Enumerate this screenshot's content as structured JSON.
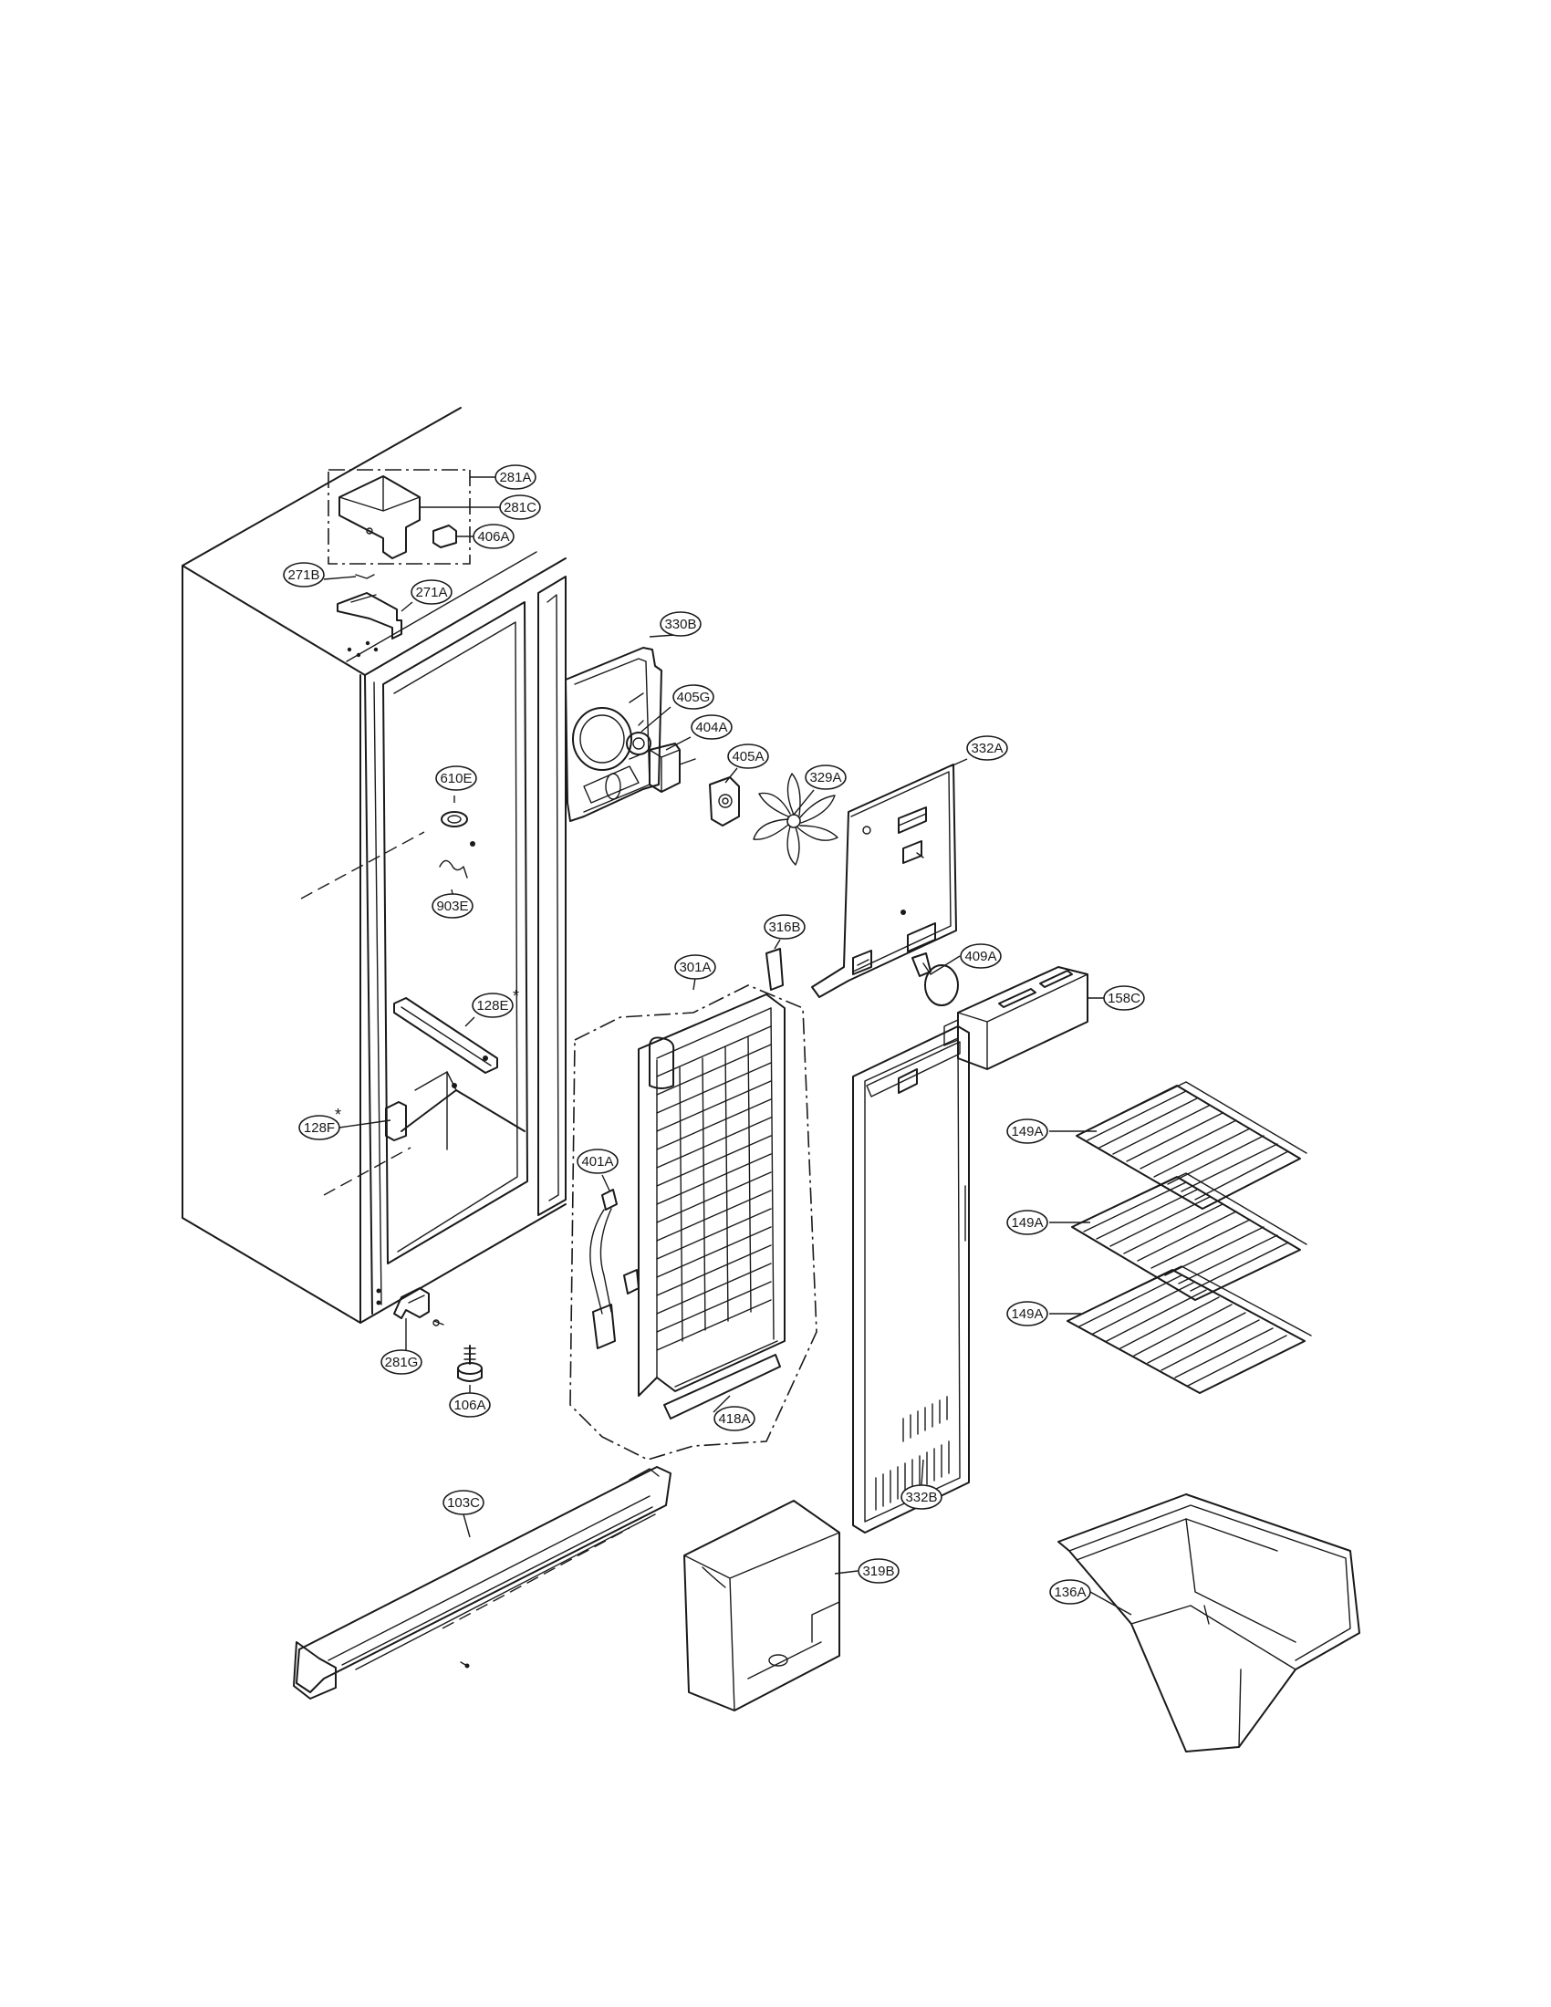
{
  "callouts": [
    {
      "id": "281A",
      "label": "281A"
    },
    {
      "id": "281C",
      "label": "281C"
    },
    {
      "id": "406A",
      "label": "406A"
    },
    {
      "id": "271B",
      "label": "271B"
    },
    {
      "id": "271A",
      "label": "271A"
    },
    {
      "id": "330B",
      "label": "330B"
    },
    {
      "id": "405G",
      "label": "405G"
    },
    {
      "id": "404A",
      "label": "404A"
    },
    {
      "id": "405A",
      "label": "405A"
    },
    {
      "id": "329A",
      "label": "329A"
    },
    {
      "id": "332A",
      "label": "332A"
    },
    {
      "id": "610E",
      "label": "610E"
    },
    {
      "id": "903E",
      "label": "903E"
    },
    {
      "id": "316B",
      "label": "316B"
    },
    {
      "id": "301A",
      "label": "301A"
    },
    {
      "id": "409A",
      "label": "409A"
    },
    {
      "id": "158C",
      "label": "158C"
    },
    {
      "id": "128E",
      "label": "128E",
      "star": "*"
    },
    {
      "id": "128F",
      "label": "128F",
      "star": "*"
    },
    {
      "id": "401A",
      "label": "401A"
    },
    {
      "id": "149A-1",
      "label": "149A"
    },
    {
      "id": "149A-2",
      "label": "149A"
    },
    {
      "id": "149A-3",
      "label": "149A"
    },
    {
      "id": "281G",
      "label": "281G"
    },
    {
      "id": "106A",
      "label": "106A"
    },
    {
      "id": "418A",
      "label": "418A"
    },
    {
      "id": "332B",
      "label": "332B"
    },
    {
      "id": "103C",
      "label": "103C"
    },
    {
      "id": "319B",
      "label": "319B"
    },
    {
      "id": "136A",
      "label": "136A"
    }
  ]
}
